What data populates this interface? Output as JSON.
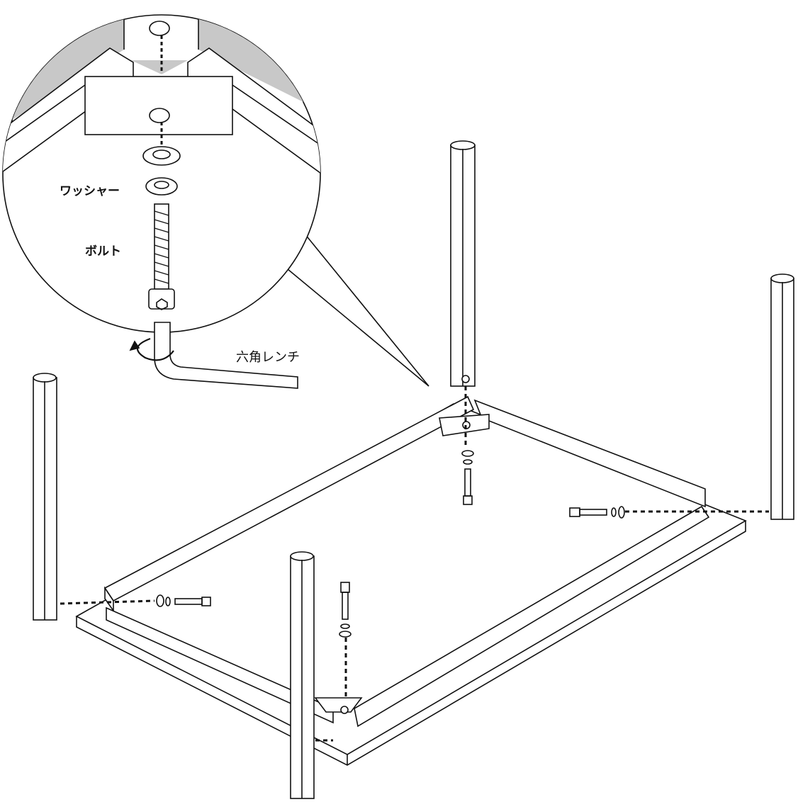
{
  "labels": {
    "washer": "ワッシャー",
    "bolt": "ボルト",
    "hex_wrench": "六角レンチ"
  },
  "colors": {
    "line": "#111111",
    "shade": "#c8c8c8",
    "background": "#ffffff"
  }
}
